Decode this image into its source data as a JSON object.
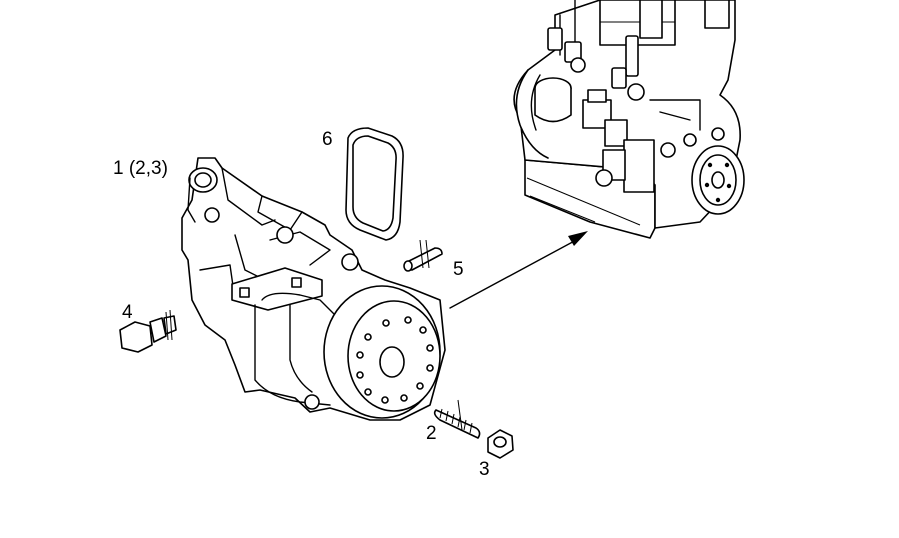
{
  "diagram": {
    "callouts": [
      {
        "id": "part-1",
        "label": "1 (2,3)"
      },
      {
        "id": "part-2",
        "label": "2"
      },
      {
        "id": "part-3",
        "label": "3"
      },
      {
        "id": "part-4",
        "label": "4"
      },
      {
        "id": "part-5",
        "label": "5"
      },
      {
        "id": "part-6",
        "label": "6"
      }
    ],
    "colors": {
      "line": "#000000",
      "background": "#ffffff"
    }
  }
}
